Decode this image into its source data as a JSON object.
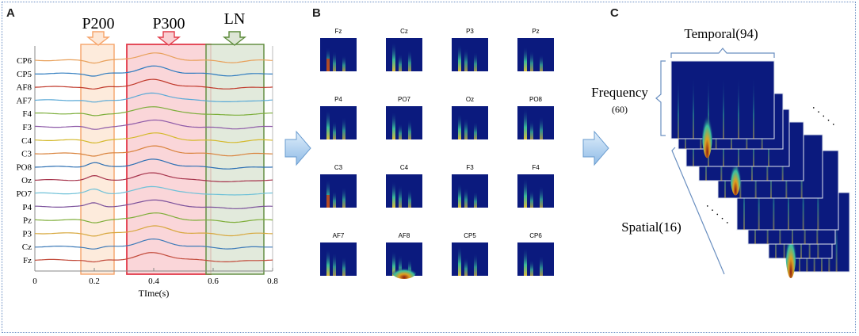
{
  "panels": {
    "a": {
      "letter": "A"
    },
    "b": {
      "letter": "B"
    },
    "c": {
      "letter": "C"
    }
  },
  "erp": {
    "components": [
      {
        "label": "P200",
        "color": "#f6a46a",
        "fill": "#fde7d6"
      },
      {
        "label": "P300",
        "color": "#e23b4a",
        "fill": "#f9cfd2"
      },
      {
        "label": "LN",
        "color": "#5c8a3a",
        "fill": "#dde6d6"
      }
    ],
    "channels": [
      "CP6",
      "CP5",
      "AF8",
      "AF7",
      "F4",
      "F3",
      "C4",
      "C3",
      "PO8",
      "Oz",
      "PO7",
      "P4",
      "Pz",
      "P3",
      "Cz",
      "Fz"
    ],
    "channel_colors": [
      "#e8a05a",
      "#2e7bbf",
      "#c0392b",
      "#5aa9d6",
      "#7cae3a",
      "#8e5aa8",
      "#d4b92c",
      "#d9823b",
      "#2c6fb3",
      "#a6334b",
      "#6fc1d8",
      "#7a4f9a",
      "#7fae3a",
      "#d7a73c",
      "#3d7ab8",
      "#c24a3a"
    ],
    "x_ticks": [
      "0",
      "0.2",
      "0.4",
      "0.6",
      "0.8"
    ],
    "x_label": "TIme(s)"
  },
  "tf_maps": {
    "titles": [
      "Fz",
      "Cz",
      "P3",
      "Pz",
      "P4",
      "PO7",
      "Oz",
      "PO8",
      "C3",
      "C4",
      "F3",
      "F4",
      "AF7",
      "AF8",
      "CP5",
      "CP6"
    ]
  },
  "tensor": {
    "temporal_label": "Temporal(94)",
    "frequency_label": "Frequency",
    "frequency_count": "(60)",
    "spatial_label": "Spatial(16)",
    "ellipsis": "· · · · ·"
  }
}
